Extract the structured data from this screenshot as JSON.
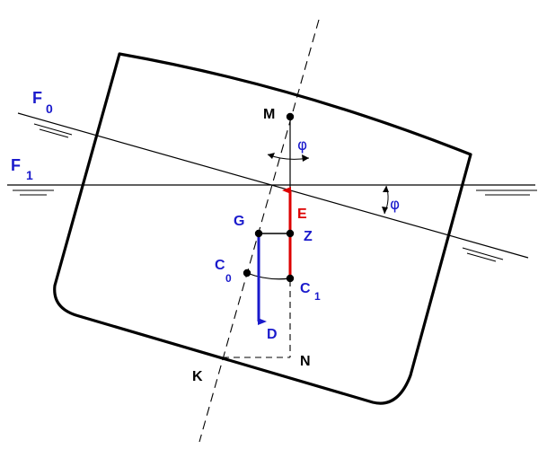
{
  "labels": {
    "f0": "F",
    "f0_sub": "0",
    "f1": "F",
    "f1_sub": "1",
    "m": "M",
    "phi_top": "φ",
    "phi_right": "φ",
    "e": "E",
    "g": "G",
    "z": "Z",
    "c0": "C",
    "c0_sub": "0",
    "c1": "C",
    "c1_sub": "1",
    "d": "D",
    "k": "K",
    "n": "N"
  },
  "colors": {
    "outline": "#000000",
    "label_blue": "#1a1acc",
    "buoyancy_red": "#dd0000",
    "weight_blue": "#1a1acc"
  }
}
